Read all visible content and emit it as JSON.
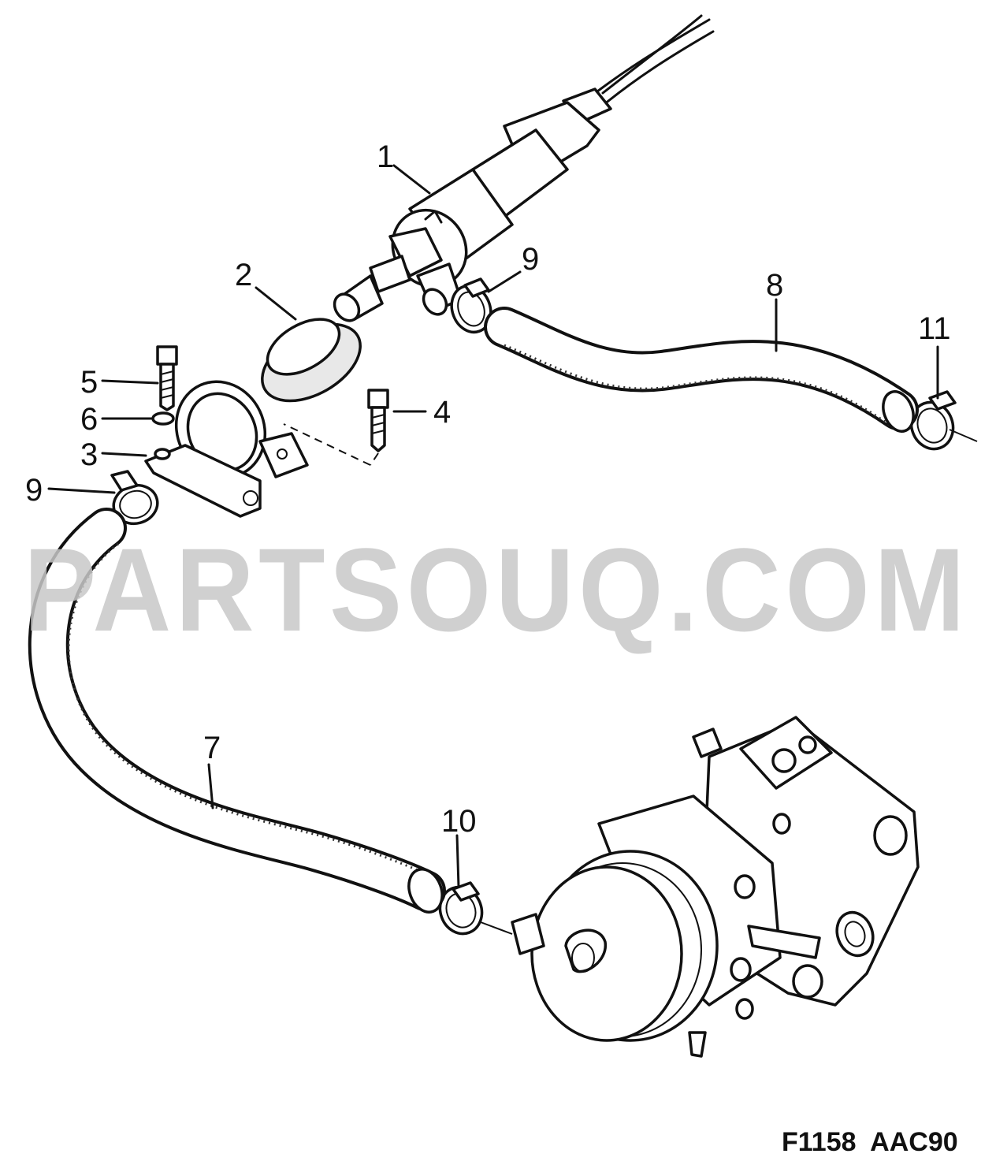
{
  "callouts": [
    {
      "id": "1",
      "label": "1"
    },
    {
      "id": "2",
      "label": "2"
    },
    {
      "id": "3",
      "label": "3"
    },
    {
      "id": "4",
      "label": "4"
    },
    {
      "id": "5",
      "label": "5"
    },
    {
      "id": "6",
      "label": "6"
    },
    {
      "id": "7",
      "label": "7"
    },
    {
      "id": "8",
      "label": "8"
    },
    {
      "id": "9a",
      "label": "9"
    },
    {
      "id": "9b",
      "label": "9"
    },
    {
      "id": "10",
      "label": "10"
    },
    {
      "id": "11",
      "label": "11"
    }
  ],
  "watermark": "PARTSOUQ.COM",
  "figure_code": "F1158  AAC90"
}
